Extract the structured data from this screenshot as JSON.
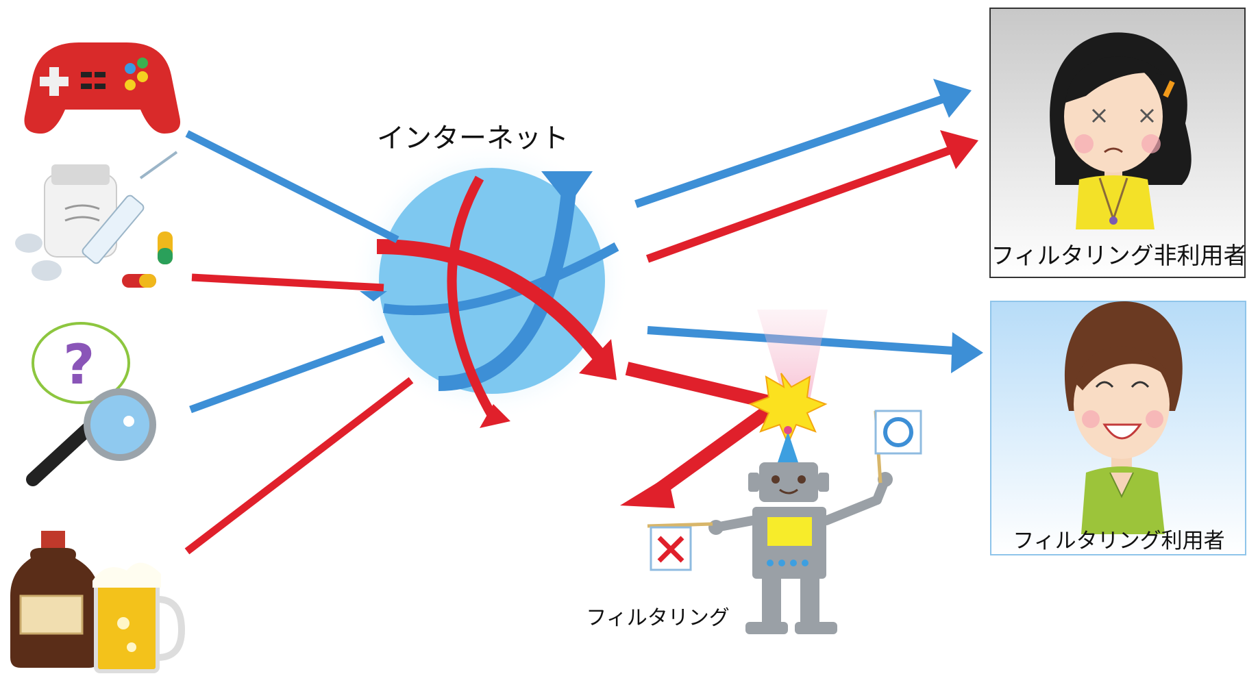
{
  "labels": {
    "internet": "インターネット",
    "filtering": "フィルタリング",
    "non_user": "フィルタリング非利用者",
    "user": "フィルタリング利用者"
  },
  "colors": {
    "safe_arrow": "#3d8fd6",
    "harmful_arrow": "#e0202b",
    "globe": "#7ec8f0",
    "non_user_panel": "#d4d4d4",
    "user_panel": "#c9e6fb"
  },
  "icons": {
    "sources": [
      "game-controller-icon",
      "drugs-syringe-icon",
      "question-magnifier-icon",
      "alcohol-icon"
    ],
    "people": [
      "unhappy-woman-icon",
      "happy-woman-icon"
    ],
    "filter": "filter-robot-icon",
    "flags": [
      "ng-flag-icon",
      "ok-flag-icon"
    ]
  }
}
